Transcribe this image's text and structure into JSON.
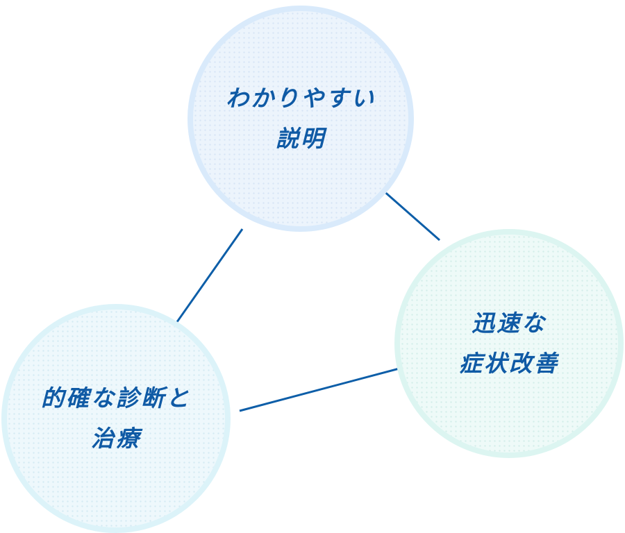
{
  "diagram": {
    "type": "three-node-relationship",
    "colors": {
      "line": "#0d5ea8",
      "text": "#0f5aa5",
      "top_fill": "#ecf4fc",
      "right_fill": "#eefaf8",
      "left_fill": "#eef8fc"
    },
    "nodes": {
      "top": {
        "line1": "わかりやすい",
        "line2": "説明"
      },
      "right": {
        "line1": "迅速な",
        "line2": "症状改善"
      },
      "left": {
        "line1": "的確な診断と",
        "line2": "治療"
      }
    },
    "connections": [
      [
        "top",
        "right"
      ],
      [
        "top",
        "left"
      ],
      [
        "left",
        "right"
      ]
    ]
  }
}
